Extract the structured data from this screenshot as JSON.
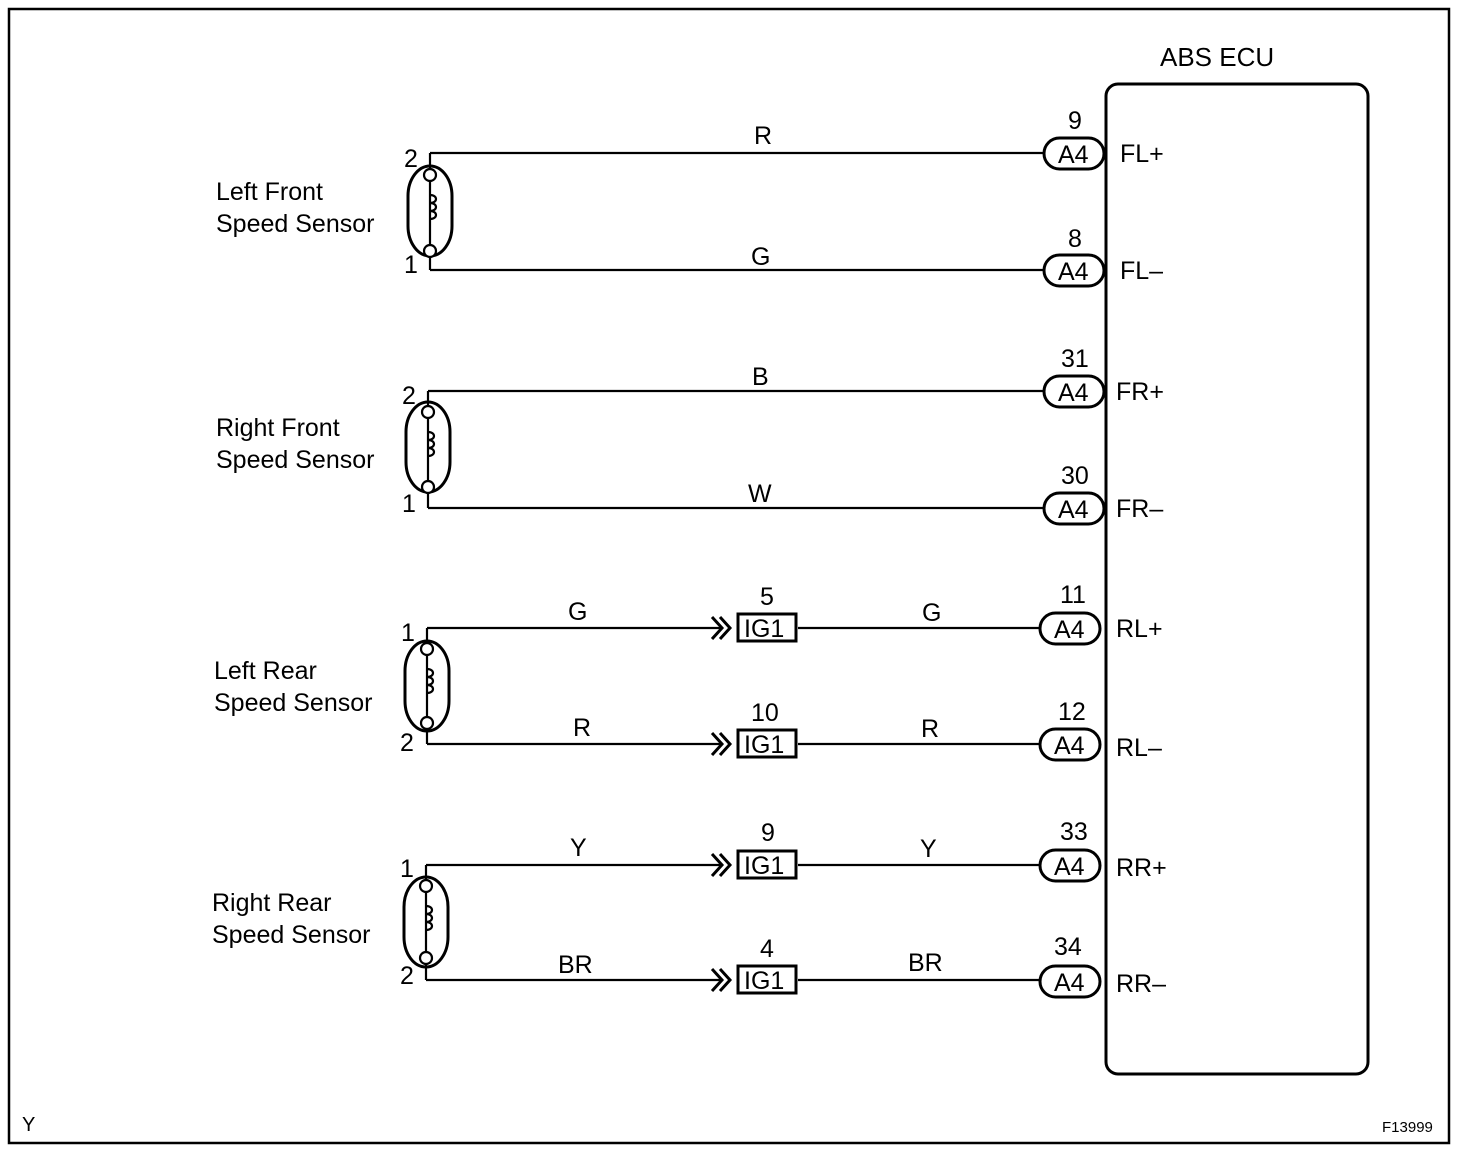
{
  "ecu": {
    "title": "ABS ECU"
  },
  "sensors": [
    {
      "name_line1": "Left Front",
      "name_line2": "Speed Sensor"
    },
    {
      "name_line1": "Right Front",
      "name_line2": "Speed Sensor"
    },
    {
      "name_line1": "Left Rear",
      "name_line2": "Speed Sensor"
    },
    {
      "name_line1": "Right Rear",
      "name_line2": "Speed Sensor"
    }
  ],
  "wires": [
    {
      "sensor_pin": "2",
      "color": "R",
      "ecu_pin": "9",
      "ecu_connector": "A4",
      "signal": "FL+"
    },
    {
      "sensor_pin": "1",
      "color": "G",
      "ecu_pin": "8",
      "ecu_connector": "A4",
      "signal": "FL–"
    },
    {
      "sensor_pin": "2",
      "color": "B",
      "ecu_pin": "31",
      "ecu_connector": "A4",
      "signal": "FR+"
    },
    {
      "sensor_pin": "1",
      "color": "W",
      "ecu_pin": "30",
      "ecu_connector": "A4",
      "signal": "FR–"
    },
    {
      "sensor_pin": "1",
      "color": "G",
      "junction_pin": "5",
      "junction_connector": "IG1",
      "color2": "G",
      "ecu_pin": "11",
      "ecu_connector": "A4",
      "signal": "RL+"
    },
    {
      "sensor_pin": "2",
      "color": "R",
      "junction_pin": "10",
      "junction_connector": "IG1",
      "color2": "R",
      "ecu_pin": "12",
      "ecu_connector": "A4",
      "signal": "RL–"
    },
    {
      "sensor_pin": "1",
      "color": "Y",
      "junction_pin": "9",
      "junction_connector": "IG1",
      "color2": "Y",
      "ecu_pin": "33",
      "ecu_connector": "A4",
      "signal": "RR+"
    },
    {
      "sensor_pin": "2",
      "color": "BR",
      "junction_pin": "4",
      "junction_connector": "IG1",
      "color2": "BR",
      "ecu_pin": "34",
      "ecu_connector": "A4",
      "signal": "RR–"
    }
  ],
  "footer": {
    "left_code": "Y",
    "figure_id": "F13999"
  }
}
